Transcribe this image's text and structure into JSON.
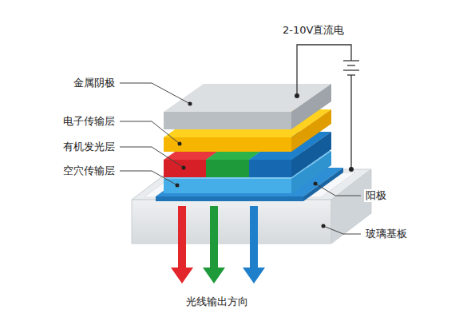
{
  "diagram": {
    "labels": [
      "2-10V直流电",
      "金属阴极",
      "电子传输层",
      "有机发光层",
      "空穴传输层",
      "阳极",
      "玻璃基板",
      "光线输出方向"
    ]
  }
}
